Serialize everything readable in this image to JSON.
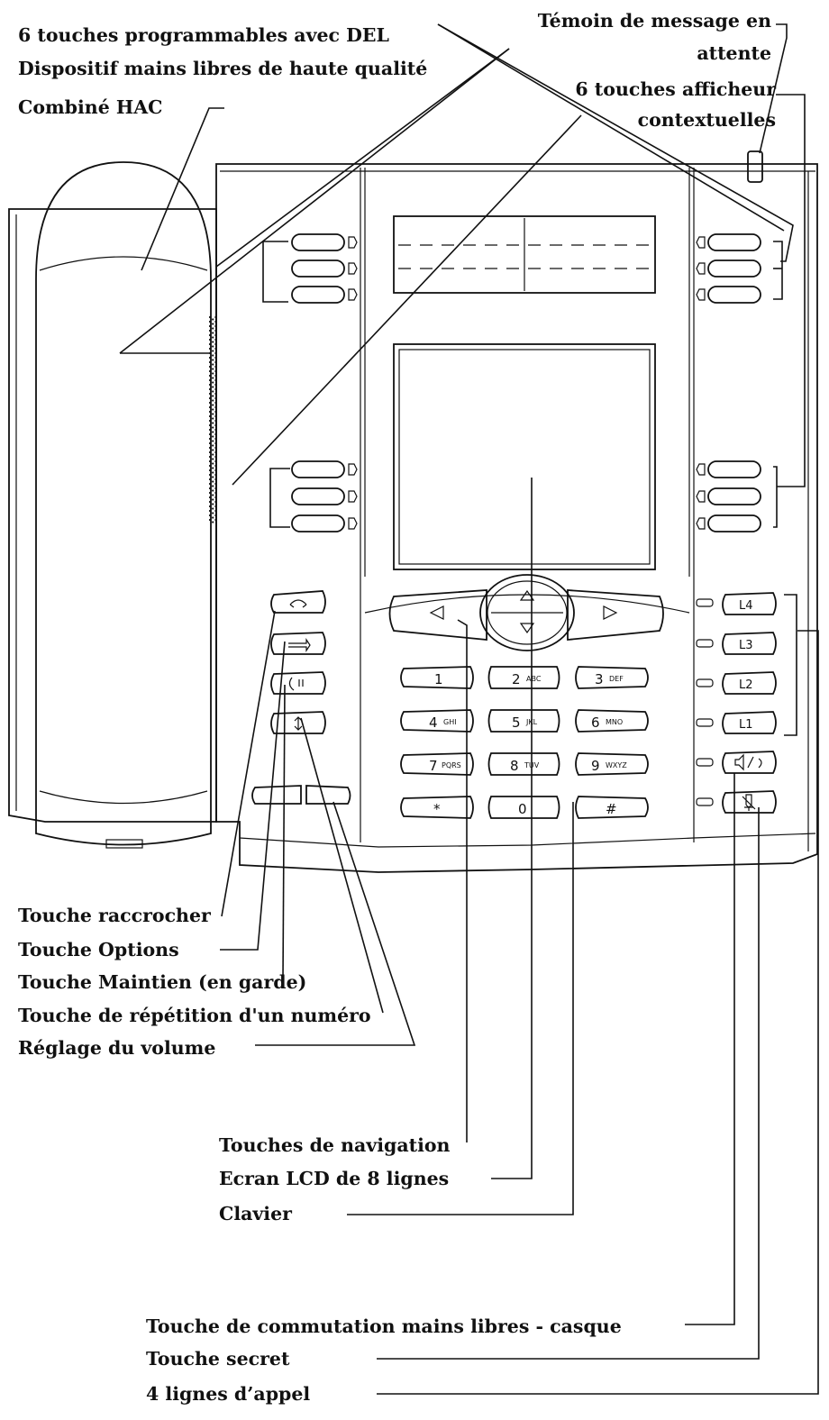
{
  "labels": {
    "programmable_keys": "6 touches programmables avec DEL",
    "handsfree_quality": "Dispositif mains libres de haute qualité",
    "hac_handset": "Combiné HAC",
    "message_waiting_1": "Témoin de message en",
    "message_waiting_2": "attente",
    "context_keys_1": "6 touches afficheur",
    "context_keys_2": "contextuelles",
    "hangup_key": "Touche raccrocher",
    "options_key": "Touche Options",
    "hold_key": "Touche Maintien (en garde)",
    "redial_key": "Touche de répétition d'un numéro",
    "volume": "Réglage du volume",
    "navigation_keys": "Touches de navigation",
    "lcd_screen": "Ecran LCD de 8 lignes",
    "keypad": "Clavier",
    "handsfree_headset": "Touche de commutation mains libres - casque",
    "mute_key": "Touche secret",
    "call_lines": "4 lignes d’appel"
  },
  "keypad": {
    "k1": "1",
    "k2": "2",
    "k2_sub": "ABC",
    "k3": "3",
    "k3_sub": "DEF",
    "k4": "4",
    "k4_sub": "GHI",
    "k5": "5",
    "k5_sub": "JKL",
    "k6": "6",
    "k6_sub": "MNO",
    "k7": "7",
    "k7_sub": "PQRS",
    "k8": "8",
    "k8_sub": "TUV",
    "k9": "9",
    "k9_sub": "WXYZ",
    "k0": "0",
    "kstar": "*",
    "khash": "#"
  },
  "line_keys": {
    "l4": "L4",
    "l3": "L3",
    "l2": "L2",
    "l1": "L1"
  },
  "icons": [
    "hangup-icon",
    "options-icon",
    "hold-icon",
    "redial-icon",
    "speaker-headset-icon",
    "mute-icon",
    "nav-left-icon",
    "nav-right-icon",
    "nav-up-icon",
    "nav-down-icon"
  ]
}
